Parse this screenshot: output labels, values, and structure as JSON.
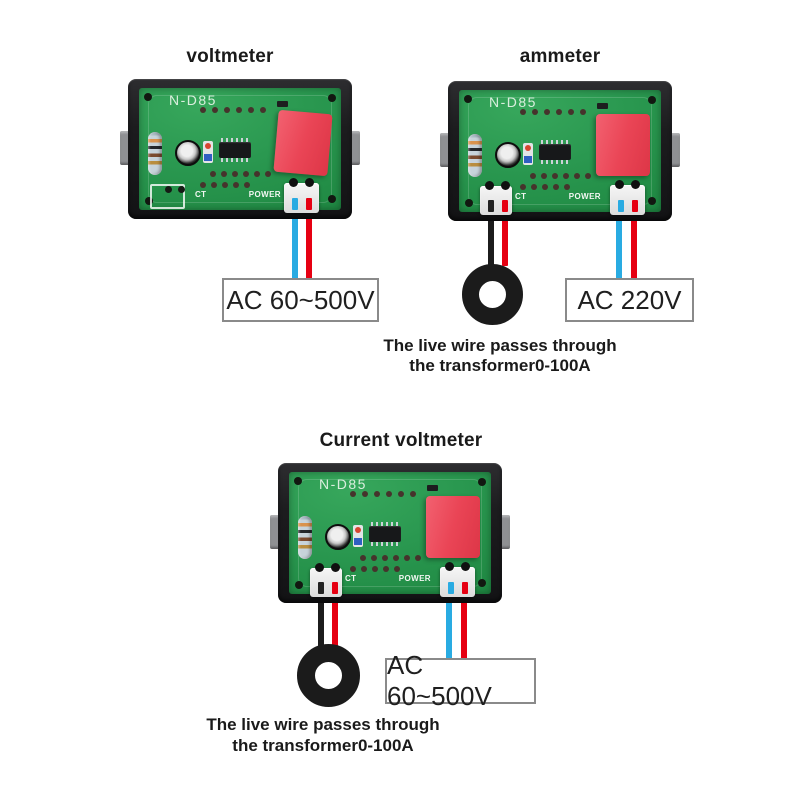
{
  "page": {
    "background": "#ffffff"
  },
  "colors": {
    "wire_blue": "#29abe2",
    "wire_red": "#e60012",
    "wire_black": "#1c1c1c",
    "pcb_green": "#2a9850",
    "capacitor_red": "#ea4556",
    "frame_black": "#1d1d1f",
    "clip_gray": "#8f9093",
    "label_box_border": "#8a8a8a",
    "text_dark": "#1a1a1a"
  },
  "sections": [
    {
      "title": "voltmeter",
      "board_label": "N-D85",
      "ct_label": "CT",
      "power_label": "POWER",
      "power_wires": [
        "blue",
        "red"
      ],
      "voltage_label": "AC 60~500V"
    },
    {
      "title": "ammeter",
      "board_label": "N-D85",
      "ct_label": "CT",
      "power_label": "POWER",
      "ct_wires": [
        "black",
        "red"
      ],
      "power_wires": [
        "blue",
        "red"
      ],
      "voltage_label": "AC 220V",
      "note_line1": "The live wire passes through",
      "note_line2": "the transformer0-100A"
    },
    {
      "title": "Current voltmeter",
      "board_label": "N-D85",
      "ct_label": "CT",
      "power_label": "POWER",
      "ct_wires": [
        "black",
        "red"
      ],
      "power_wires": [
        "blue",
        "red"
      ],
      "voltage_label": "AC 60~500V",
      "note_line1": "The live wire passes through",
      "note_line2": "the transformer0-100A"
    }
  ]
}
